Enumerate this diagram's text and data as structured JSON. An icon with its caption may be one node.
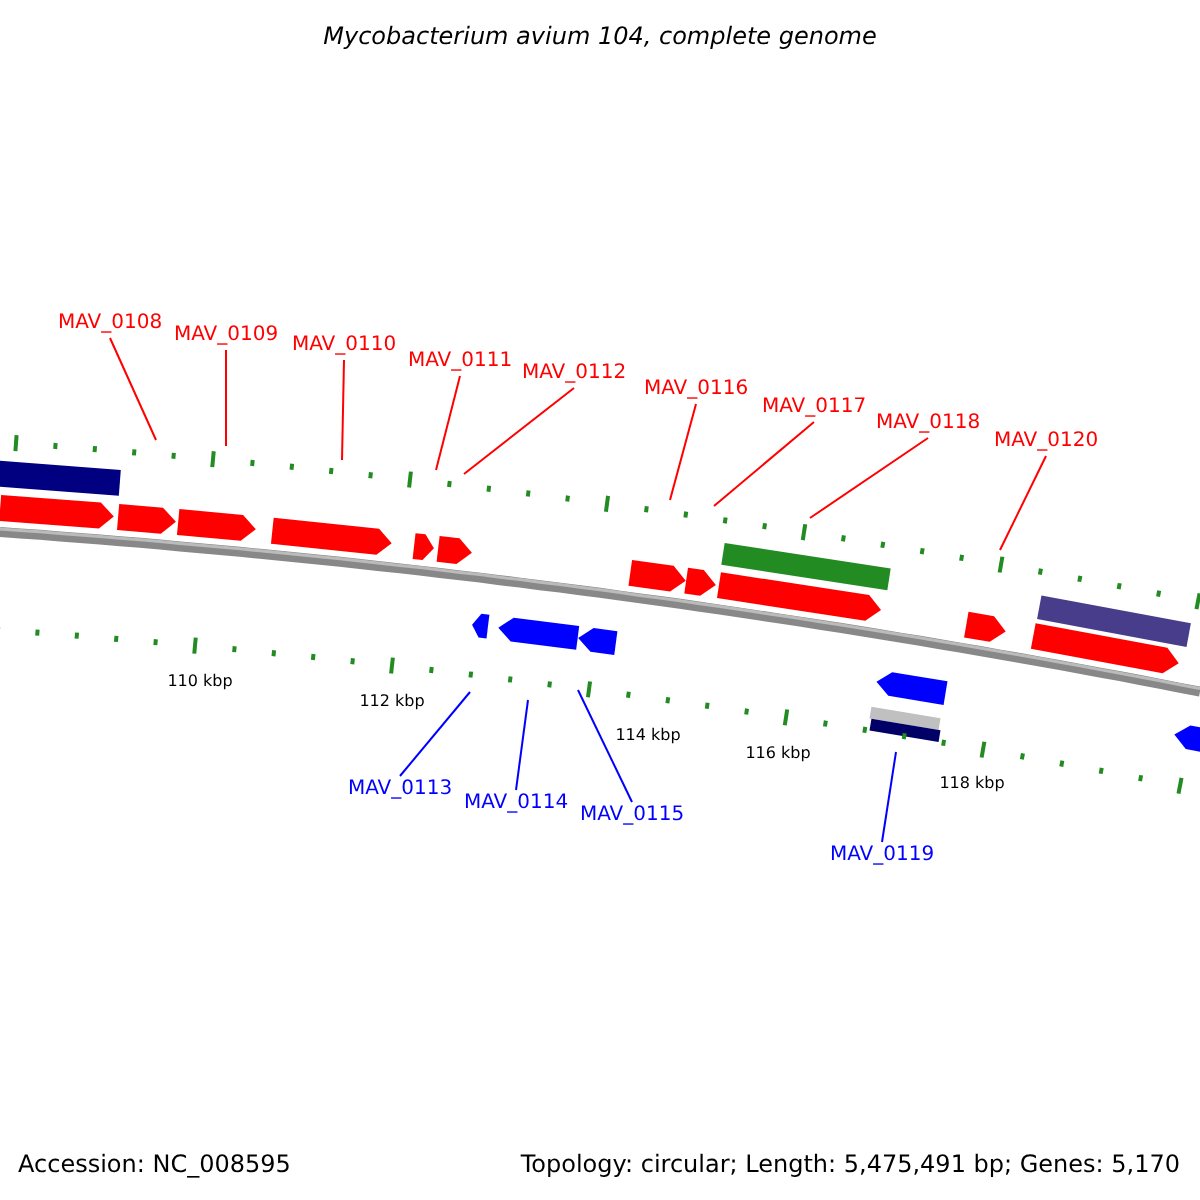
{
  "diagram": {
    "title": "Mycobacterium avium 104, complete genome",
    "nodes": [
      {
        "text": [
          "MAV_0108"
        ]
      },
      {
        "text": [
          "MAV_0109"
        ]
      },
      {
        "text": [
          "MAV_0110"
        ]
      },
      {
        "text": [
          "MAV_0111"
        ]
      },
      {
        "text": [
          "MAV_0112"
        ]
      },
      {
        "text": [
          "MAV_0116"
        ]
      },
      {
        "text": [
          "MAV_0117"
        ]
      },
      {
        "text": [
          "MAV_0118"
        ]
      },
      {
        "text": [
          "MAV_0120"
        ]
      },
      {
        "text": [
          "MAV_0113"
        ]
      },
      {
        "text": [
          "MAV_0114"
        ]
      },
      {
        "text": [
          "MAV_0115"
        ]
      },
      {
        "text": [
          "MAV_0119"
        ]
      }
    ],
    "edges": [
      {
        "from": 0,
        "to": null,
        "arrow": "none"
      },
      {
        "from": 1,
        "to": null,
        "arrow": "none"
      },
      {
        "from": 2,
        "to": null,
        "arrow": "none"
      },
      {
        "from": 3,
        "to": null,
        "arrow": "none"
      },
      {
        "from": 4,
        "to": null,
        "arrow": "none"
      },
      {
        "from": 5,
        "to": null,
        "arrow": "none"
      },
      {
        "from": 6,
        "to": null,
        "arrow": "none"
      },
      {
        "from": 7,
        "to": null,
        "arrow": "none"
      },
      {
        "from": 8,
        "to": null,
        "arrow": "none"
      },
      {
        "from": 9,
        "to": null,
        "arrow": "none",
        "color": "#0000ff"
      },
      {
        "from": 10,
        "to": null,
        "arrow": "none",
        "color": "#0000ff"
      },
      {
        "from": 11,
        "to": null,
        "arrow": "none",
        "color": "#0000ff"
      },
      {
        "from": 12,
        "to": null,
        "arrow": "none",
        "color": "#0000ff"
      }
    ],
    "labels": [
      "110 kbp",
      "112 kbp",
      "114 kbp",
      "116 kbp",
      "118 kbp",
      "Accession: NC_008595",
      "Topology: circular; Length: 5,475,491 bp; Genes: 5,170"
    ]
  }
}
